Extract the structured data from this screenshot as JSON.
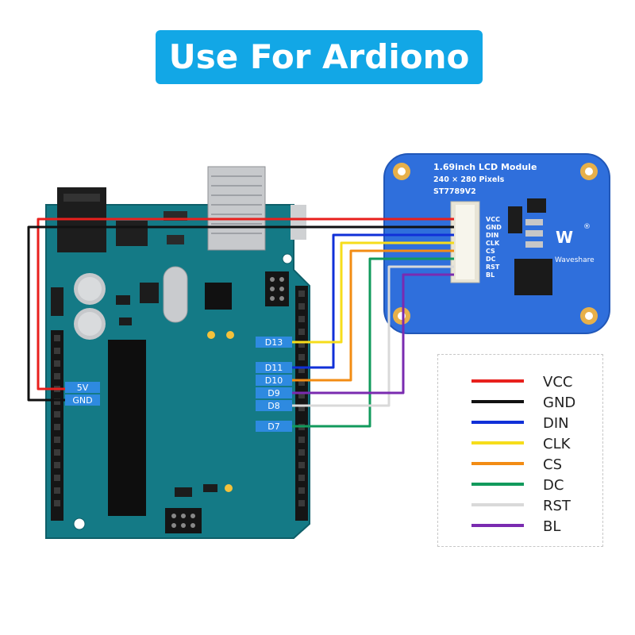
{
  "title": "Use For Ardiono",
  "lcd": {
    "line1": "1.69inch LCD Module",
    "line2": "240 × 280 Pixels",
    "line3": "ST7789V2",
    "brand": "Waveshare",
    "registered": "®",
    "pins": [
      "VCC",
      "GND",
      "DIN",
      "CLK",
      "CS",
      "DC",
      "RST",
      "BL"
    ]
  },
  "arduino": {
    "power_labels": [
      "5V",
      "GND"
    ],
    "pin_labels": [
      "D13",
      "D11",
      "D10",
      "D9",
      "D8",
      "D7"
    ]
  },
  "legend": [
    {
      "label": "VCC",
      "color": "#e8201d"
    },
    {
      "label": "GND",
      "color": "#111111"
    },
    {
      "label": "DIN",
      "color": "#1030d8"
    },
    {
      "label": "CLK",
      "color": "#f6dd1b"
    },
    {
      "label": "CS",
      "color": "#f28c14"
    },
    {
      "label": "DC",
      "color": "#129a5c"
    },
    {
      "label": "RST",
      "color": "#d9d9d9"
    },
    {
      "label": "BL",
      "color": "#7a2bb0"
    }
  ],
  "colors": {
    "board": "#147a86",
    "lcd_board": "#2f6fdc",
    "pin_label_bg": "#2e8ae0",
    "banner": "#12a7e6"
  }
}
